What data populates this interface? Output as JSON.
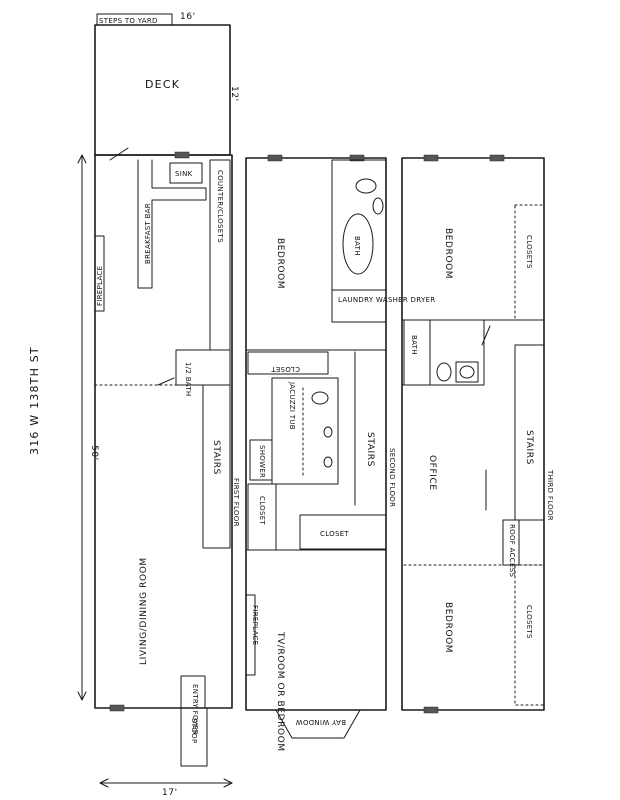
{
  "address": "316 W 138TH ST",
  "dimensions": {
    "top_width": "16'",
    "deck_depth": "12'",
    "length": "50'",
    "bottom_width": "17'"
  },
  "floors": {
    "first": {
      "caption": "FIRST FLOOR",
      "labels": {
        "steps_to_yard": "STEPS TO YARD",
        "deck": "DECK",
        "sink": "SINK",
        "breakfast_bar": "BREAKFAST BAR",
        "counter_closets": "COUNTER/CLOSETS",
        "fireplace": "FIREPLACE",
        "half_bath": "1/2 BATH",
        "stairs": "STAIRS",
        "living_dining": "LIVING/DINING ROOM",
        "entry_foyer": "ENTRY FOYER",
        "stoop": "STOOP"
      }
    },
    "second": {
      "caption": "SECOND FLOOR",
      "labels": {
        "bedroom": "BEDROOM",
        "bath": "BATH",
        "laundry": "LAUNDRY WASHER DRYER",
        "closet_top": "CLOSET",
        "jacuzzi_tub": "JACUZZI TUB",
        "shower": "SHOWER",
        "stairs": "STAIRS",
        "closet_left": "CLOSET",
        "closet_mid": "CLOSET",
        "fireplace": "FIREPLACE",
        "tv_room": "TV/ROOM OR BEDROOM",
        "bay_window": "BAY WINDOW"
      }
    },
    "third": {
      "caption": "THIRD FLOOR",
      "labels": {
        "bedroom_top": "BEDROOM",
        "closets_top": "CLOSETS",
        "bath": "BATH",
        "office": "OFFICE",
        "stairs": "STAIRS",
        "roof_access": "ROOF ACCESS",
        "bedroom_bottom": "BEDROOM",
        "closets_bottom": "CLOSETS"
      }
    }
  }
}
